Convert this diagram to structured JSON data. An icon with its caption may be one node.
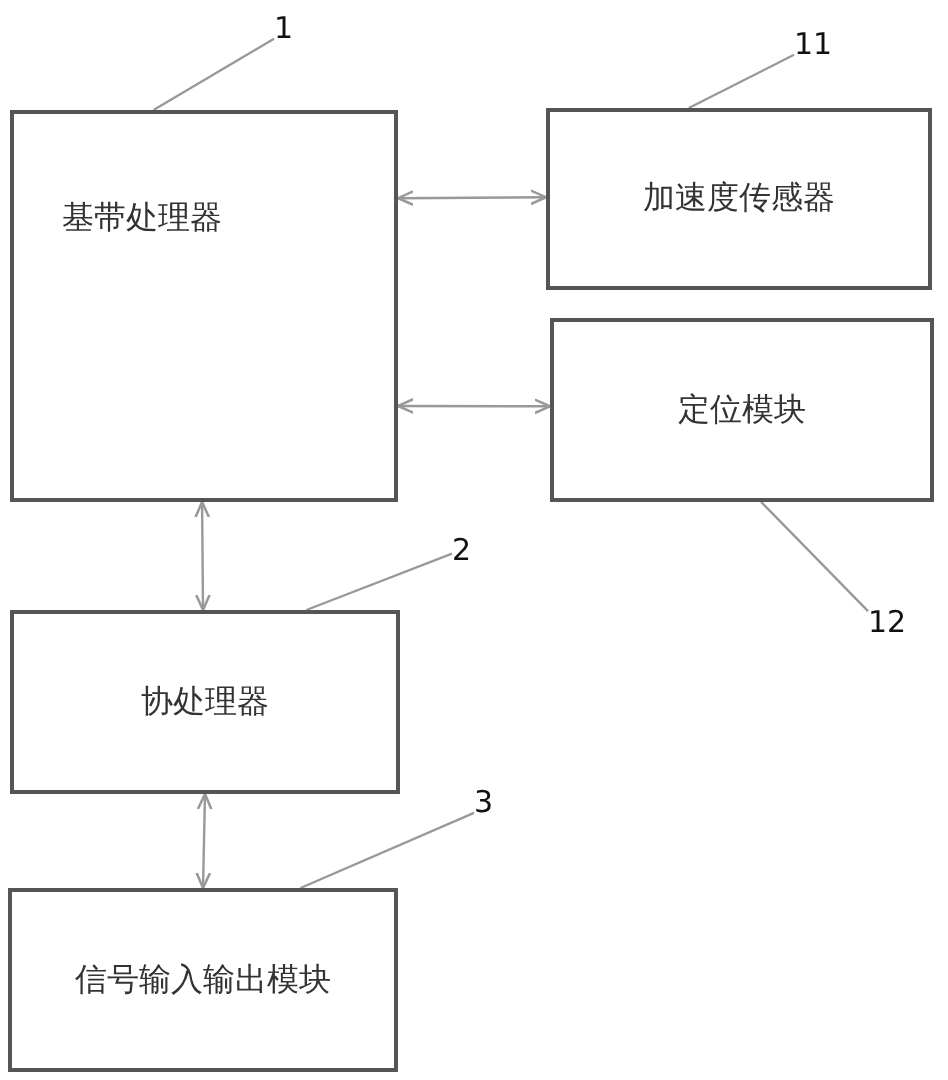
{
  "diagram": {
    "nodes": [
      {
        "text": [
          "基带处理器"
        ]
      },
      {
        "text": [
          "加速度传感器"
        ]
      },
      {
        "text": [
          "定位模块"
        ]
      },
      {
        "text": [
          "协处理器"
        ]
      },
      {
        "text": [
          "信号输入输出模块"
        ]
      },
      {
        "text": [
          "1"
        ]
      },
      {
        "text": [
          "11"
        ]
      },
      {
        "text": [
          "12"
        ]
      },
      {
        "text": [
          "2"
        ]
      },
      {
        "text": [
          "3"
        ]
      }
    ],
    "edges": [
      {
        "from": 0,
        "to": 1,
        "arrow": "both"
      },
      {
        "from": 0,
        "to": 2,
        "arrow": "both"
      },
      {
        "from": 0,
        "to": 3,
        "arrow": "both"
      },
      {
        "from": 3,
        "to": 4,
        "arrow": "both"
      },
      {
        "from": 5,
        "to": 0,
        "arrow": "none"
      },
      {
        "from": 6,
        "to": 1,
        "arrow": "none"
      },
      {
        "from": 7,
        "to": 2,
        "arrow": "none"
      },
      {
        "from": 8,
        "to": 3,
        "arrow": "none"
      },
      {
        "from": 9,
        "to": 4,
        "arrow": "none"
      }
    ]
  }
}
